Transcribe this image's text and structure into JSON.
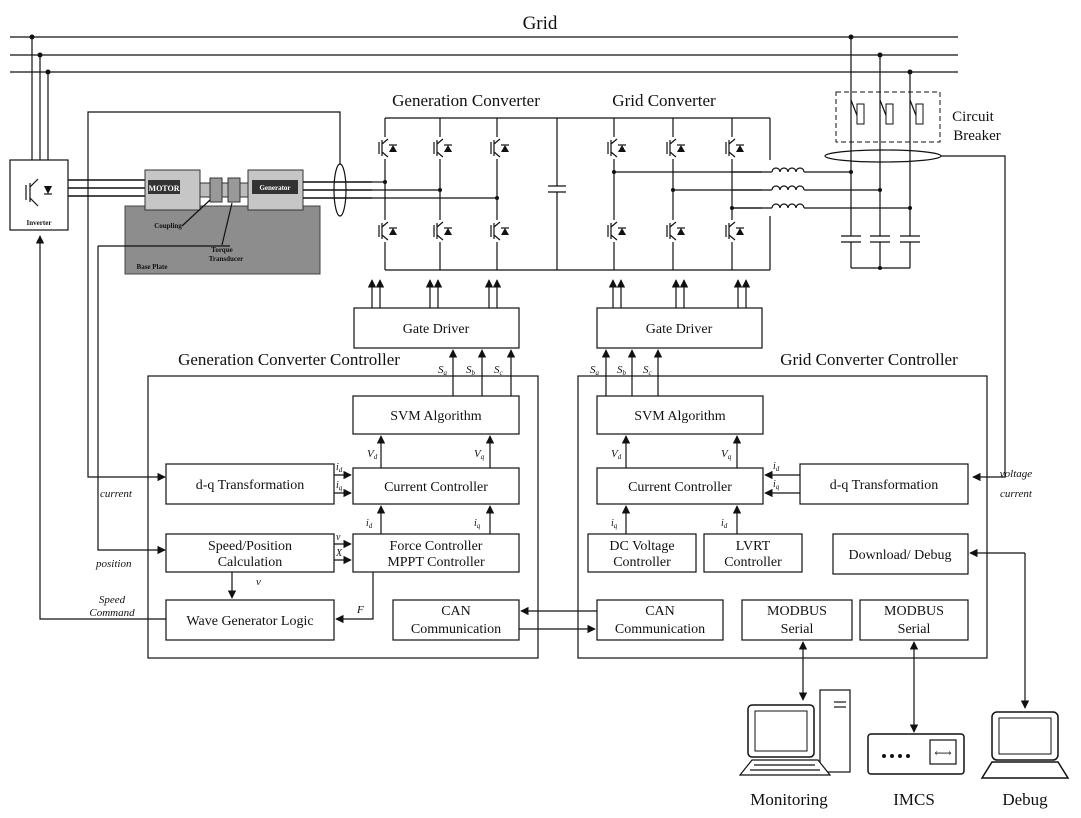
{
  "grid": {
    "label": "Grid"
  },
  "converters": {
    "generation": "Generation Converter",
    "grid": "Grid Converter"
  },
  "breaker": {
    "line1": "Circuit",
    "line2": "Breaker"
  },
  "machine": {
    "inverter": "Inverter",
    "motor": "MOTOR",
    "generator": "Generator",
    "coupling": "Coupling",
    "torque1": "Torque",
    "torque2": "Transducer",
    "base_plate": "Base Plate"
  },
  "gate_driver_left": "Gate Driver",
  "gate_driver_right": "Gate Driver",
  "gen_controller": {
    "title": "Generation Converter Controller",
    "svm": "SVM Algorithm",
    "dq": "d-q Transformation",
    "current_ctrl": "Current Controller",
    "speed_pos_1": "Speed/Position",
    "speed_pos_2": "Calculation",
    "force_1": "Force Controller",
    "force_2": "MPPT Controller",
    "wave": "Wave Generator Logic",
    "can_1": "CAN",
    "can_2": "Communication"
  },
  "grid_controller": {
    "title": "Grid Converter Controller",
    "svm": "SVM Algorithm",
    "current_ctrl": "Current Controller",
    "dq": "d-q Transformation",
    "dc_1": "DC Voltage",
    "dc_2": "Controller",
    "lvrt_1": "LVRT",
    "lvrt_2": "Controller",
    "download": "Download/ Debug",
    "can_1": "CAN",
    "can_2": "Communication",
    "modbus1_1": "MODBUS",
    "modbus1_2": "Serial",
    "modbus2_1": "MODBUS",
    "modbus2_2": "Serial"
  },
  "signals": {
    "sa": "S",
    "sa_sub": "a",
    "sb": "S",
    "sb_sub": "b",
    "sc": "S",
    "sc_sub": "c",
    "vd": "V",
    "vd_sub": "d",
    "vq": "V",
    "vq_sub": "q",
    "id": "i",
    "id_sub": "d",
    "iq": "i",
    "iq_sub": "q",
    "id_ref": "i",
    "id_ref_sub": "d",
    "iq_ref": "i",
    "iq_ref_sub": "q",
    "v": "v",
    "x": "X",
    "v_out": "v",
    "f": "F",
    "current": "current",
    "position": "position",
    "speed_cmd_1": "Speed",
    "speed_cmd_2": "Command",
    "voltage": "voltage",
    "current_right": "current"
  },
  "devices": {
    "monitoring": "Monitoring",
    "imcs": "IMCS",
    "debug": "Debug"
  }
}
